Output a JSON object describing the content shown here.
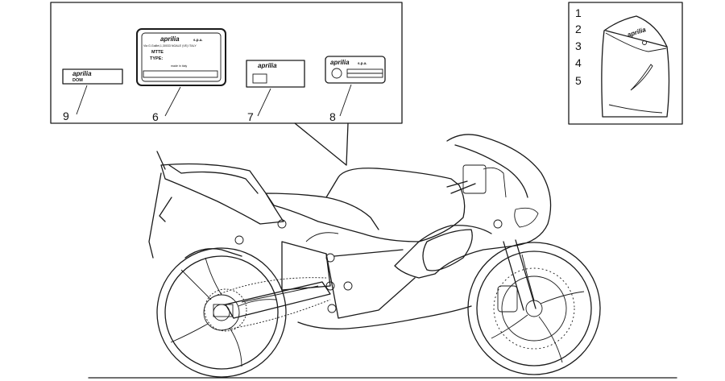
{
  "callouts": {
    "c1": "1",
    "c2": "2",
    "c3": "3",
    "c4": "4",
    "c5": "5",
    "c6": "6",
    "c7": "7",
    "c8": "8",
    "c9": "9"
  },
  "labels": {
    "brand": "aprilia",
    "spa": "s.p.a.",
    "dom": "DOM",
    "address": "Via G.Galilei,1,30033 NOALE (VE) ITALY",
    "mtte": "MTTE",
    "type": "TYPE:",
    "made_in": "made in italy"
  },
  "kit_bag": {
    "brand": "aprilia"
  }
}
